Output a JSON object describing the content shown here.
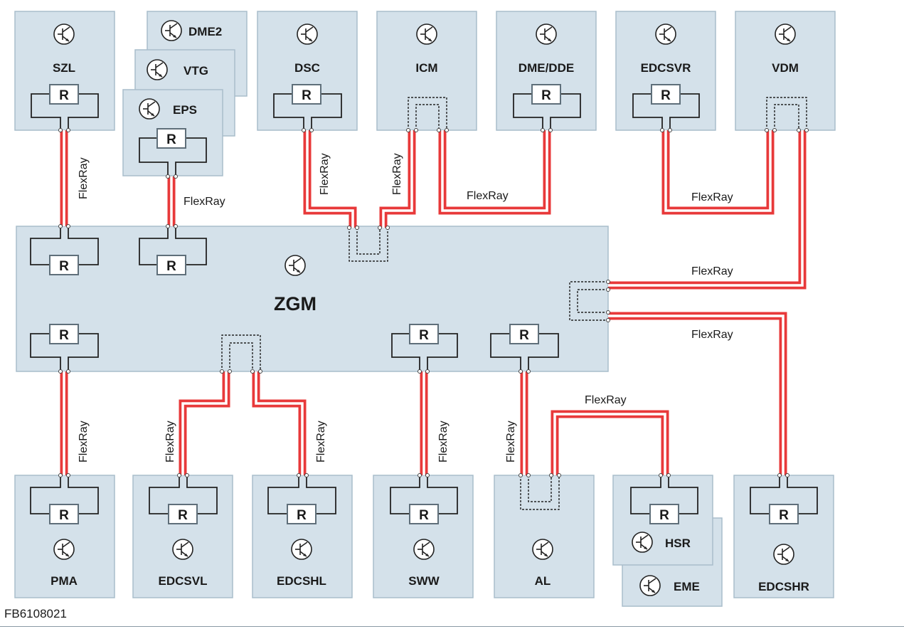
{
  "diagram": {
    "central_unit": "ZGM",
    "bus_label": "FlexRay",
    "resistor_label": "R",
    "top_units": {
      "szl": "SZL",
      "dme2": "DME2",
      "vtg": "VTG",
      "eps": "EPS",
      "dsc": "DSC",
      "icm": "ICM",
      "dme_dde": "DME/DDE",
      "edcsvr": "EDCSVR",
      "vdm": "VDM"
    },
    "bottom_units": {
      "pma": "PMA",
      "edcsvl": "EDCSVL",
      "edcshl": "EDCSHL",
      "sww": "SWW",
      "al": "AL",
      "hsr": "HSR",
      "eme": "EME",
      "edcshr": "EDCSHR"
    },
    "figure_id": "FB6108021"
  },
  "colors": {
    "box_fill": "#d4e1ea",
    "box_border": "#a9bdcb",
    "bus": "#e8393a"
  },
  "icons": {
    "unit": "transistor-icon",
    "terminator": "resistor-box"
  }
}
